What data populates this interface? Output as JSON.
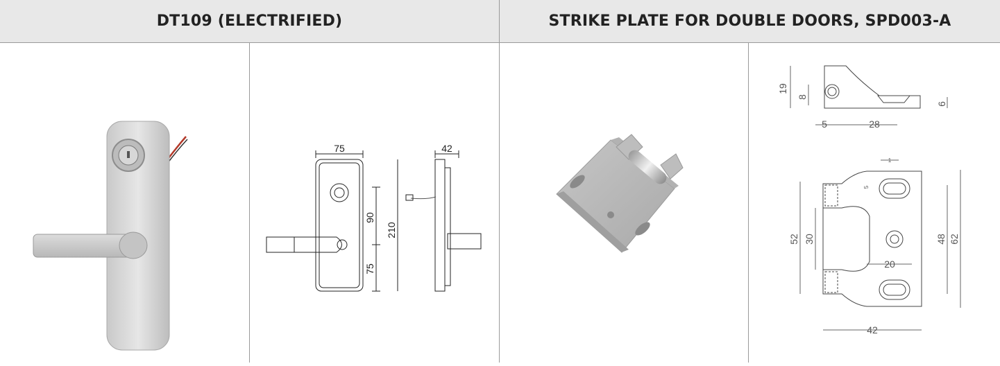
{
  "header": {
    "left_title": "DT109 (ELECTRIFIED)",
    "right_title": "STRIKE PLATE FOR DOUBLE DOORS, SPD003-A"
  },
  "dt109_drawing": {
    "width": "75",
    "depth": "42",
    "height": "210",
    "upper": "90",
    "lower": "75"
  },
  "spd003_drawing": {
    "side_height": "19",
    "side_hole": "8",
    "lip": "6",
    "offset": "5",
    "side_length": "28",
    "slot_small": "1",
    "slot_small2": "5",
    "total_height": "52",
    "inner_height": "30",
    "hole_spacing": "20",
    "body_height": "48",
    "full_height": "62",
    "width": "42"
  }
}
